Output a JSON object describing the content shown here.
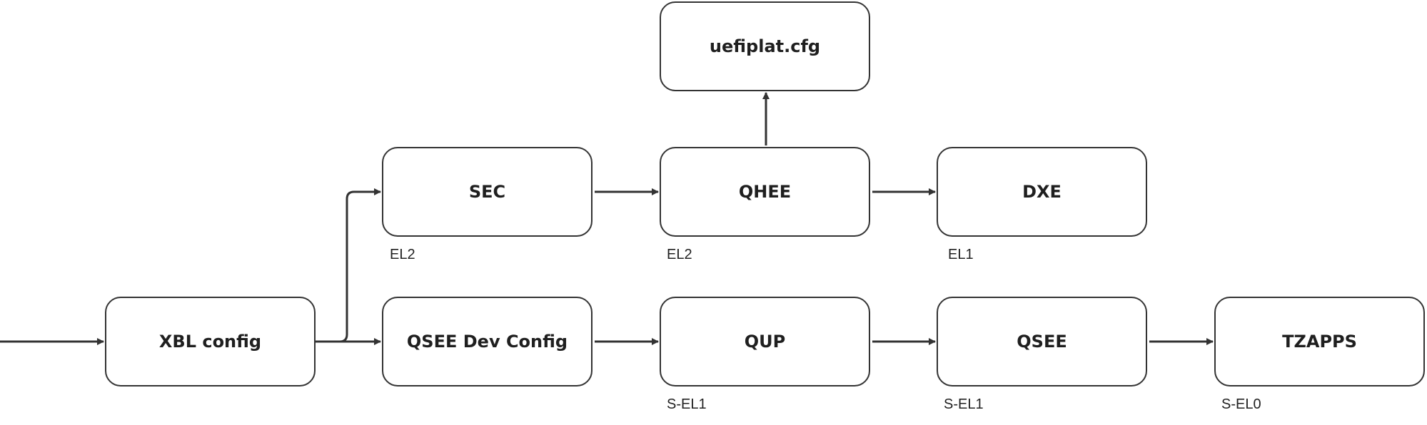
{
  "nodes": {
    "uefiplat": "uefiplat.cfg",
    "sec": "SEC",
    "qhee": "QHEE",
    "dxe": "DXE",
    "xbl": "XBL config",
    "qseedev": "QSEE Dev Config",
    "qup": "QUP",
    "qsee": "QSEE",
    "tzapps": "TZAPPS"
  },
  "levels": {
    "sec": "EL2",
    "qhee": "EL2",
    "dxe": "EL1",
    "qup": "S-EL1",
    "qsee": "S-EL1",
    "tzapps": "S-EL0"
  },
  "colors": {
    "stroke": "#333333",
    "text": "#1f1f1f"
  }
}
